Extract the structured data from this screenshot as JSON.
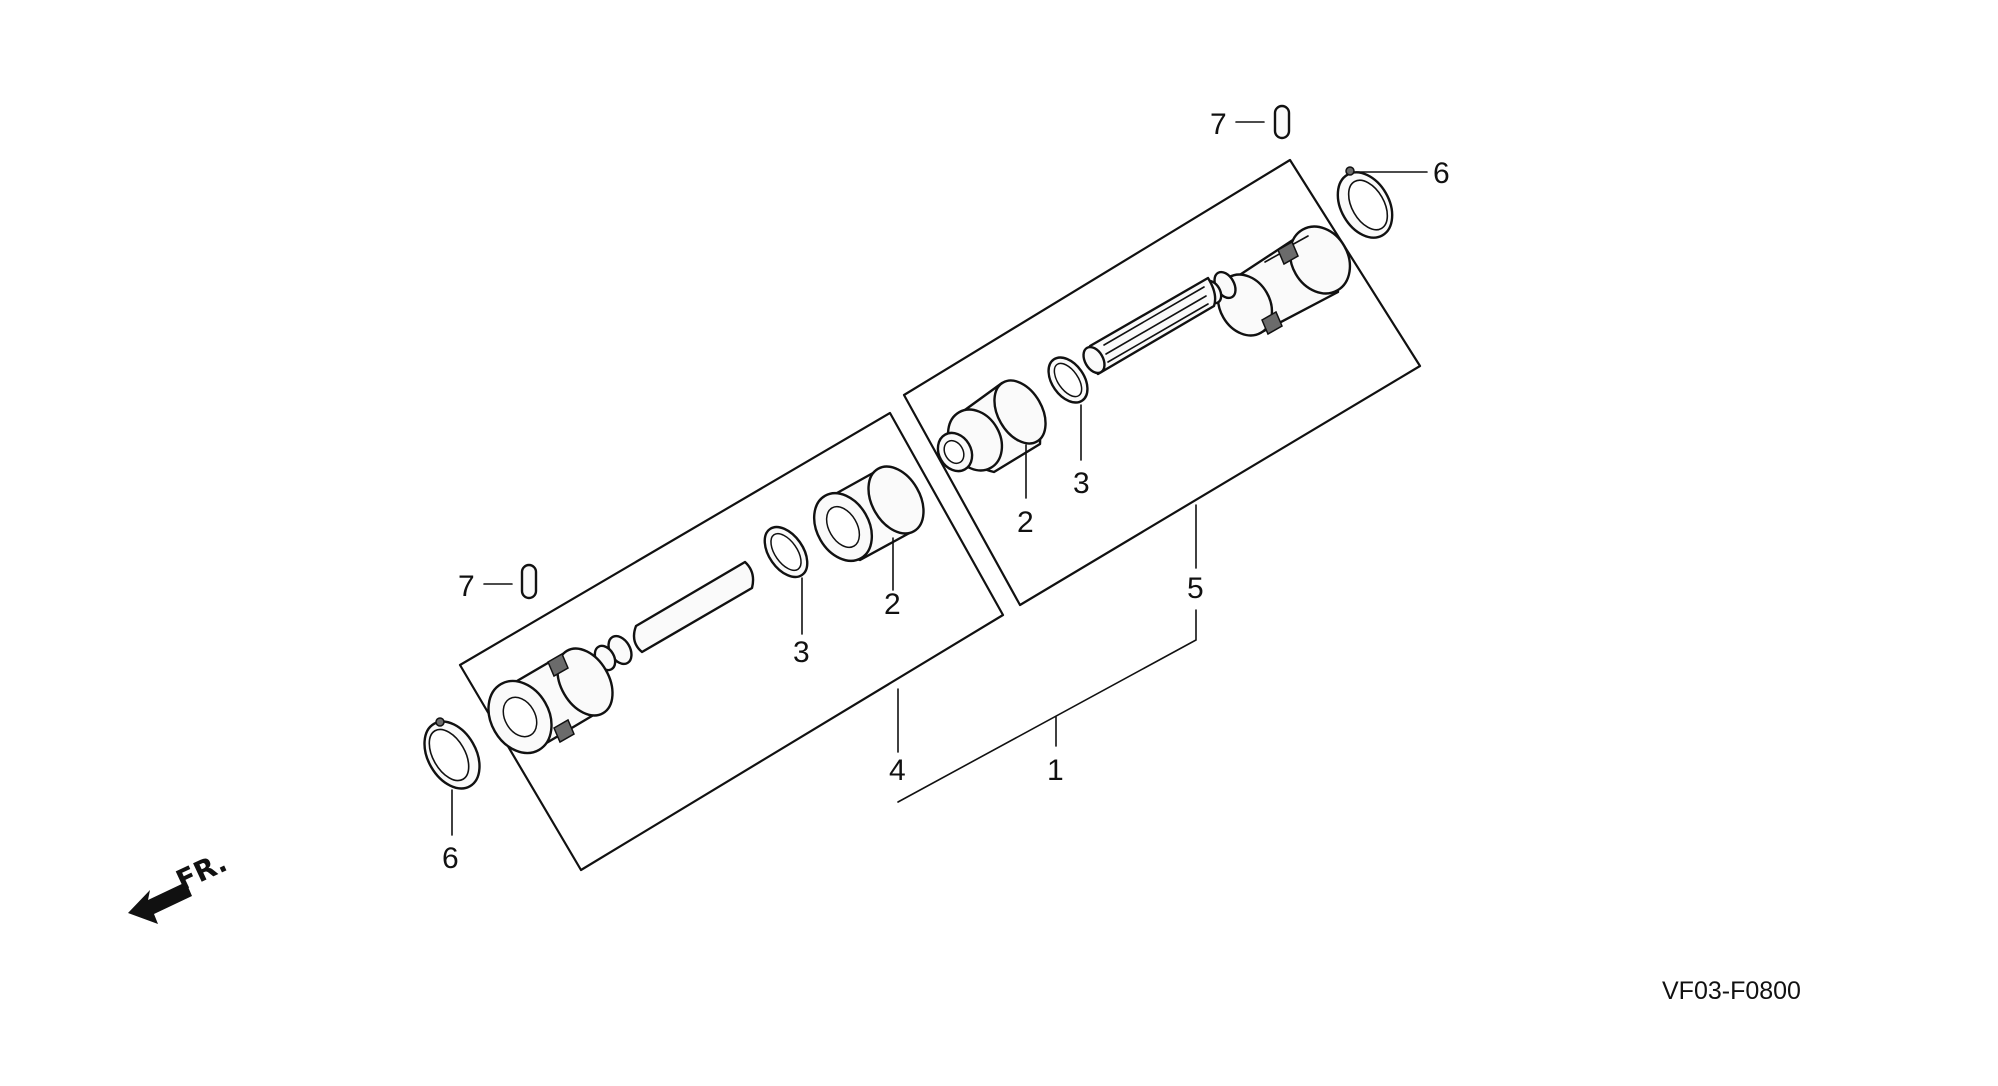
{
  "diagram": {
    "drawing_code": "VF03-F0800",
    "front_label": "FR.",
    "callouts": {
      "pin_top": "7",
      "pin_left": "7",
      "clip_top": "6",
      "clip_bottom": "6",
      "seal_right": "2",
      "seal_left": "2",
      "ring_right": "3",
      "ring_left": "3",
      "joint_inboard": "5",
      "joint_outboard": "4",
      "shaft_assy": "1"
    }
  }
}
